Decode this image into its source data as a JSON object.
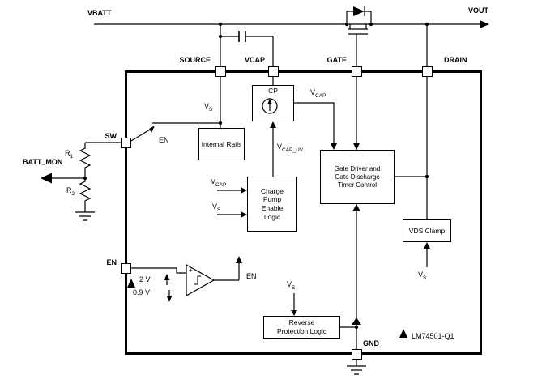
{
  "external": {
    "vbatt": "VBATT",
    "vout": "VOUT",
    "batt_mon": "BATT_MON"
  },
  "pins": {
    "source": "SOURCE",
    "vcap": "VCAP",
    "gate": "GATE",
    "drain": "DRAIN",
    "sw": "SW",
    "en": "EN",
    "gnd": "GND"
  },
  "blocks": {
    "cp": "CP",
    "internal_rails": "Internal Rails",
    "charge_pump_enable": "Charge Pump Enable Logic",
    "gate_driver": "Gate Driver and Gate Discharge Timer Control",
    "vds_clamp": "VDS Clamp",
    "reverse_protection": "Reverse Protection Logic"
  },
  "signals": {
    "v": "V",
    "sub_s": "S",
    "sub_cap": "CAP",
    "sub_cap_uv": "CAP_UV",
    "en": "EN",
    "r": "R",
    "sub_1": "1",
    "sub_2": "2",
    "threshold_rising": "2 V",
    "threshold_falling": "0.9 V",
    "comparator_plus": "+"
  },
  "part_number": "LM74501-Q1"
}
